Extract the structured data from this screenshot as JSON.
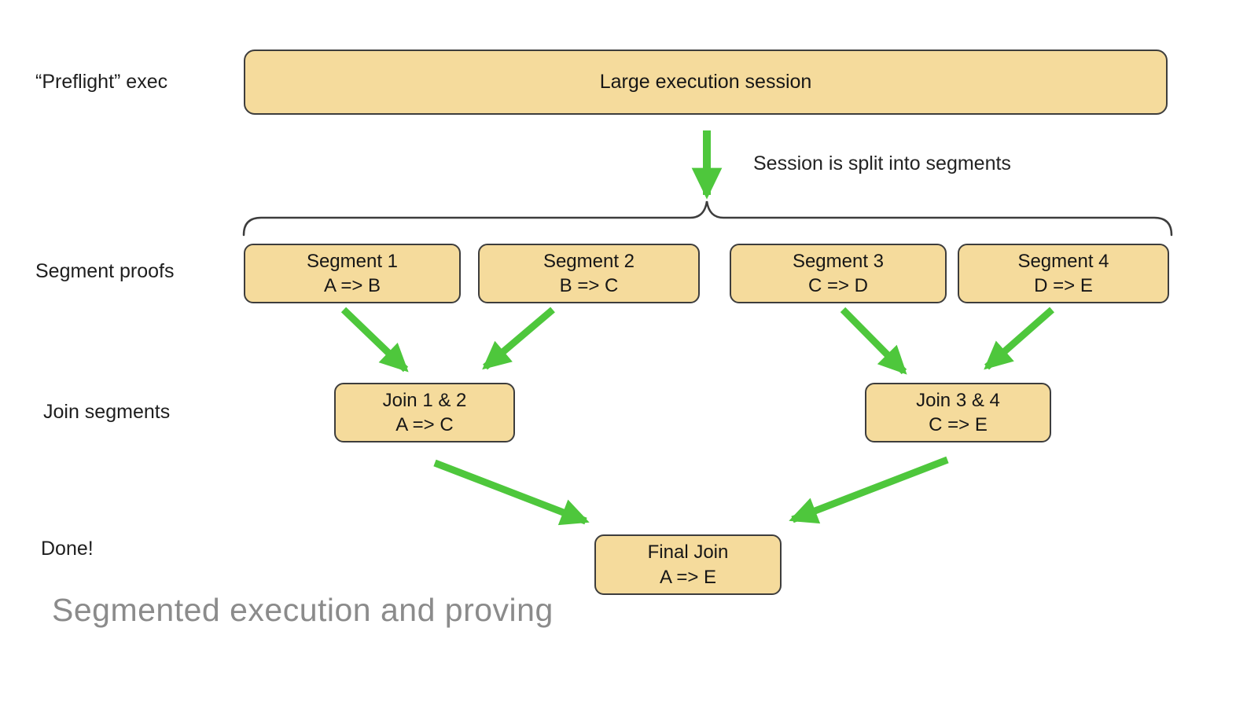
{
  "slide": {
    "row_labels": {
      "preflight": "“Preflight” exec",
      "segment_proofs": "Segment proofs",
      "join_segments": "Join segments",
      "done": "Done!"
    },
    "top_box_label": "Large execution session",
    "split_note": "Session is split into segments",
    "segments": [
      {
        "title": "Segment 1",
        "transition": "A => B"
      },
      {
        "title": "Segment 2",
        "transition": "B => C"
      },
      {
        "title": "Segment 3",
        "transition": "C => D"
      },
      {
        "title": "Segment 4",
        "transition": "D => E"
      }
    ],
    "joins": [
      {
        "title": "Join 1 & 2",
        "transition": "A => C"
      },
      {
        "title": "Join 3 & 4",
        "transition": "C => E"
      }
    ],
    "final_join": {
      "title": "Final Join",
      "transition": "A => E"
    },
    "caption": "Segmented execution and proving",
    "colors": {
      "box_fill": "#f5db9c",
      "box_border": "#3d3d3d",
      "arrow_green": "#4ec73c",
      "caption_gray": "#8b8b8b"
    }
  }
}
